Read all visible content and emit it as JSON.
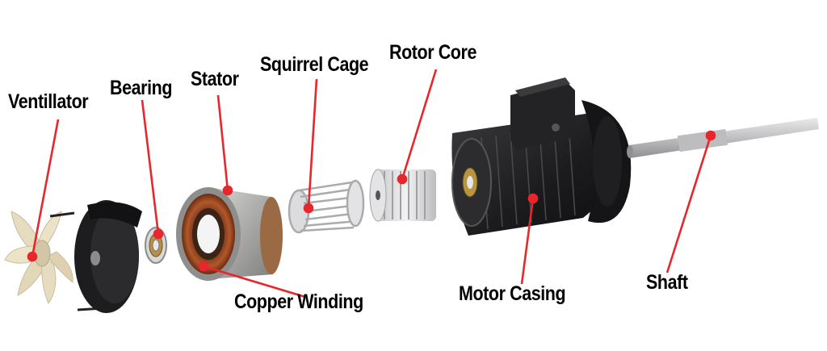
{
  "colors": {
    "leader": "#e8262b",
    "label_text": "#000000",
    "background": "#ffffff",
    "housing": "#1c1c1e",
    "copper": "#a9542b",
    "steel": "#b8b8b6",
    "aluminium": "#d9dadb",
    "fan": "#e8dfc6"
  },
  "labels": {
    "ventillator": "Ventillator",
    "bearing": "Bearing",
    "stator": "Stator",
    "squirrel_cage": "Squirrel Cage",
    "rotor_core": "Rotor Core",
    "copper_winding": "Copper Winding",
    "motor_casing": "Motor Casing",
    "shaft": "Shaft"
  }
}
